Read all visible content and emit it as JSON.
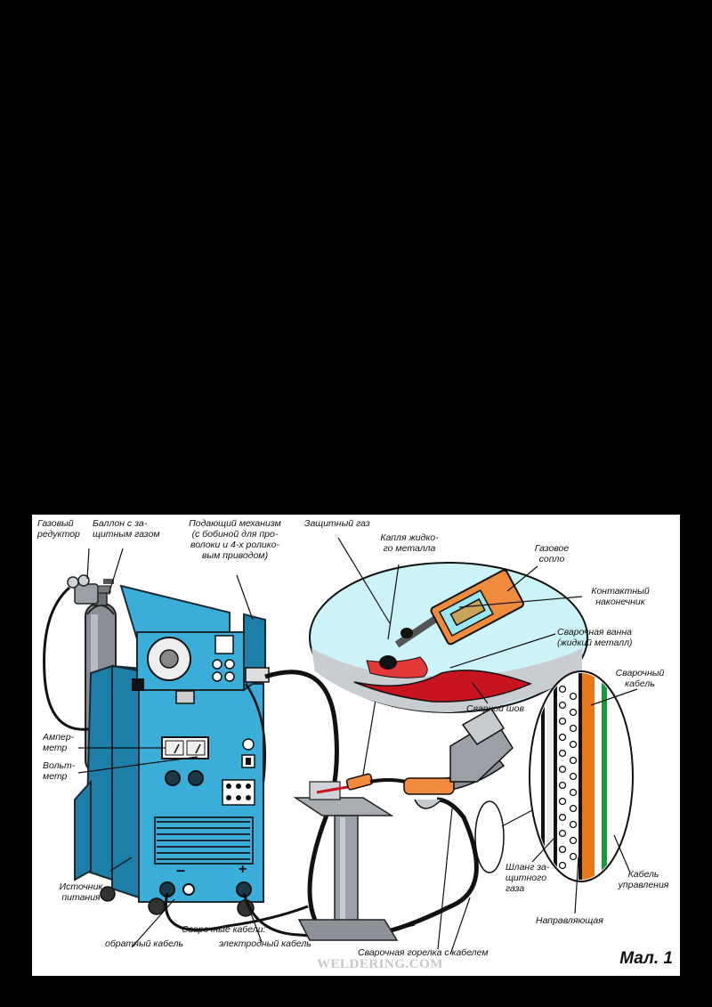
{
  "figure": {
    "number": "Мал. 1",
    "watermark": "WELDERING.COM",
    "labels": {
      "gas_reducer": "Газовый\nредуктор",
      "gas_cylinder": "Баллон с за-\nщитным газом",
      "feeder": "Подающий механизм\n(с бобиной для про-\nволоки и 4-х ролико-\nвым приводом)",
      "shield_gas": "Защитный газ",
      "metal_drop": "Капля жидко-\nго металла",
      "gas_nozzle": "Газовое\nсопло",
      "contact_tip": "Контактный\nнаконечник",
      "weld_pool": "Сварочная ванна\n(жидкий металл)",
      "weld_seam": "Сварной шов",
      "welding_cable": "Сварочный\nкабель",
      "ammeter": "Ампер-\nметр",
      "voltmeter": "Вольт-\nметр",
      "power_source": "Источник\nпитания",
      "return_cable": "обратный кабель",
      "welding_cables": "Сварочные кабели:",
      "electrode_cable": "электродный кабель",
      "torch_with_cable": "Сварочная горелка с кабелем",
      "gas_hose": "Шланг за-\nщитного\nгаза",
      "guide": "Направляющая",
      "control_cable": "Кабель\nуправления",
      "minus": "–",
      "plus": "+"
    },
    "colors": {
      "machine": "#3aaed8",
      "machine_dark": "#1d7fa8",
      "gas_bubble": "#ccf3f8",
      "nozzle": "#f08a3c",
      "weld_seam": "#c8141e",
      "cable_green": "#1a9a3a",
      "cable_orange": "#e8781c"
    }
  }
}
